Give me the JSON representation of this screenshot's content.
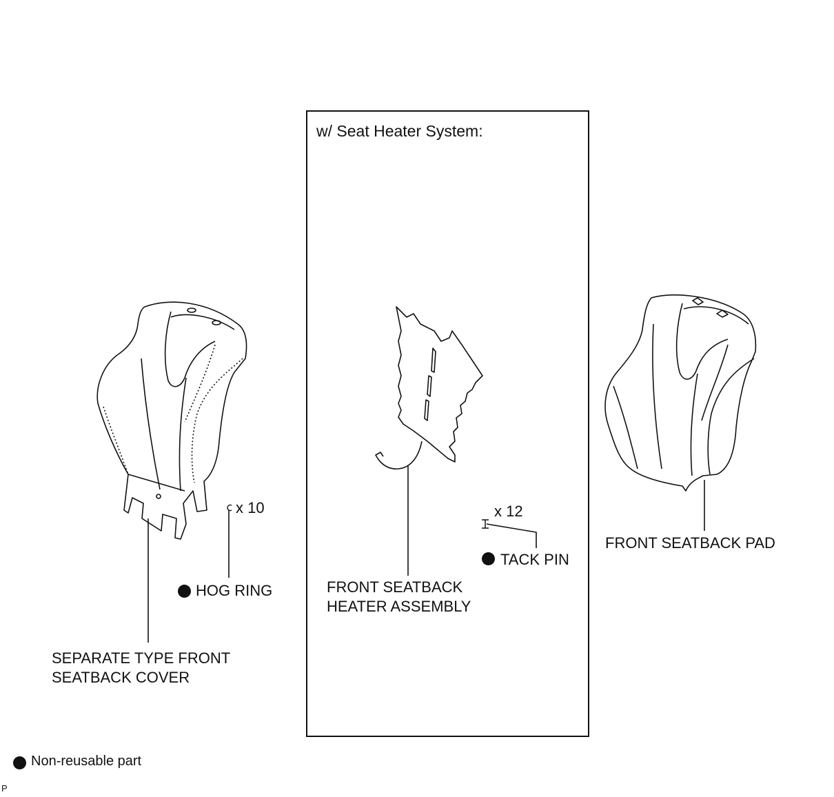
{
  "panel": {
    "title": "w/ Seat Heater System:"
  },
  "parts": {
    "seatback_cover": {
      "line1": "SEPARATE TYPE FRONT",
      "line2": "SEATBACK COVER"
    },
    "hog_ring": {
      "label": "HOG RING",
      "quantity": "x 10",
      "non_reusable": true
    },
    "heater_assembly": {
      "line1": "FRONT SEATBACK",
      "line2": "HEATER ASSEMBLY"
    },
    "tack_pin": {
      "label": "TACK PIN",
      "quantity": "x 12",
      "non_reusable": true
    },
    "seatback_pad": {
      "label": "FRONT SEATBACK PAD"
    }
  },
  "legend": {
    "symbol": "filled-circle",
    "label": "Non-reusable part"
  },
  "footer_code": "P",
  "colors": {
    "ink": "#111111",
    "background": "#ffffff"
  }
}
